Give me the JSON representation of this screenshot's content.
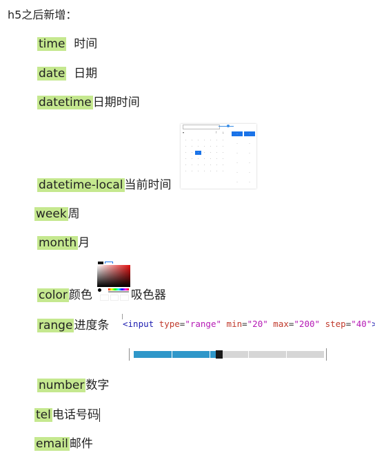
{
  "title": "h5之后新增：",
  "items": [
    {
      "keyword": "time",
      "desc": "时间"
    },
    {
      "keyword": "date",
      "desc": "日期"
    },
    {
      "keyword": "datetime",
      "desc": "日期时间"
    },
    {
      "keyword": "datetime-local",
      "desc": "当前时间"
    },
    {
      "keyword": "week",
      "desc": "周"
    },
    {
      "keyword": "month",
      "desc": "月"
    },
    {
      "keyword": "color",
      "desc": "颜色",
      "extra": "吸色器"
    },
    {
      "keyword": "range",
      "desc": "进度条"
    },
    {
      "keyword": "number",
      "desc": "数字"
    },
    {
      "keyword": "tel",
      "desc": "电话号码"
    },
    {
      "keyword": "email",
      "desc": "邮件"
    }
  ],
  "code_snippet": {
    "tag_open": "<input",
    "attr_type": "type",
    "val_type": "\"range\"",
    "attr_min": "min",
    "val_min": "\"20\"",
    "attr_max": "max",
    "val_max": "\"200\"",
    "attr_step": "step",
    "val_step": "\"40\"",
    "tag_close": ">"
  },
  "range_demo": {
    "min": 20,
    "max": 200,
    "step": 40,
    "value_fraction": 0.43
  },
  "colors": {
    "highlight": "#c5e88f",
    "range_fill": "#2f97c9",
    "range_track": "#d6d6d6",
    "code_tag": "#1b1bb0",
    "code_attr": "#c0392b",
    "code_value": "#b519b5"
  }
}
